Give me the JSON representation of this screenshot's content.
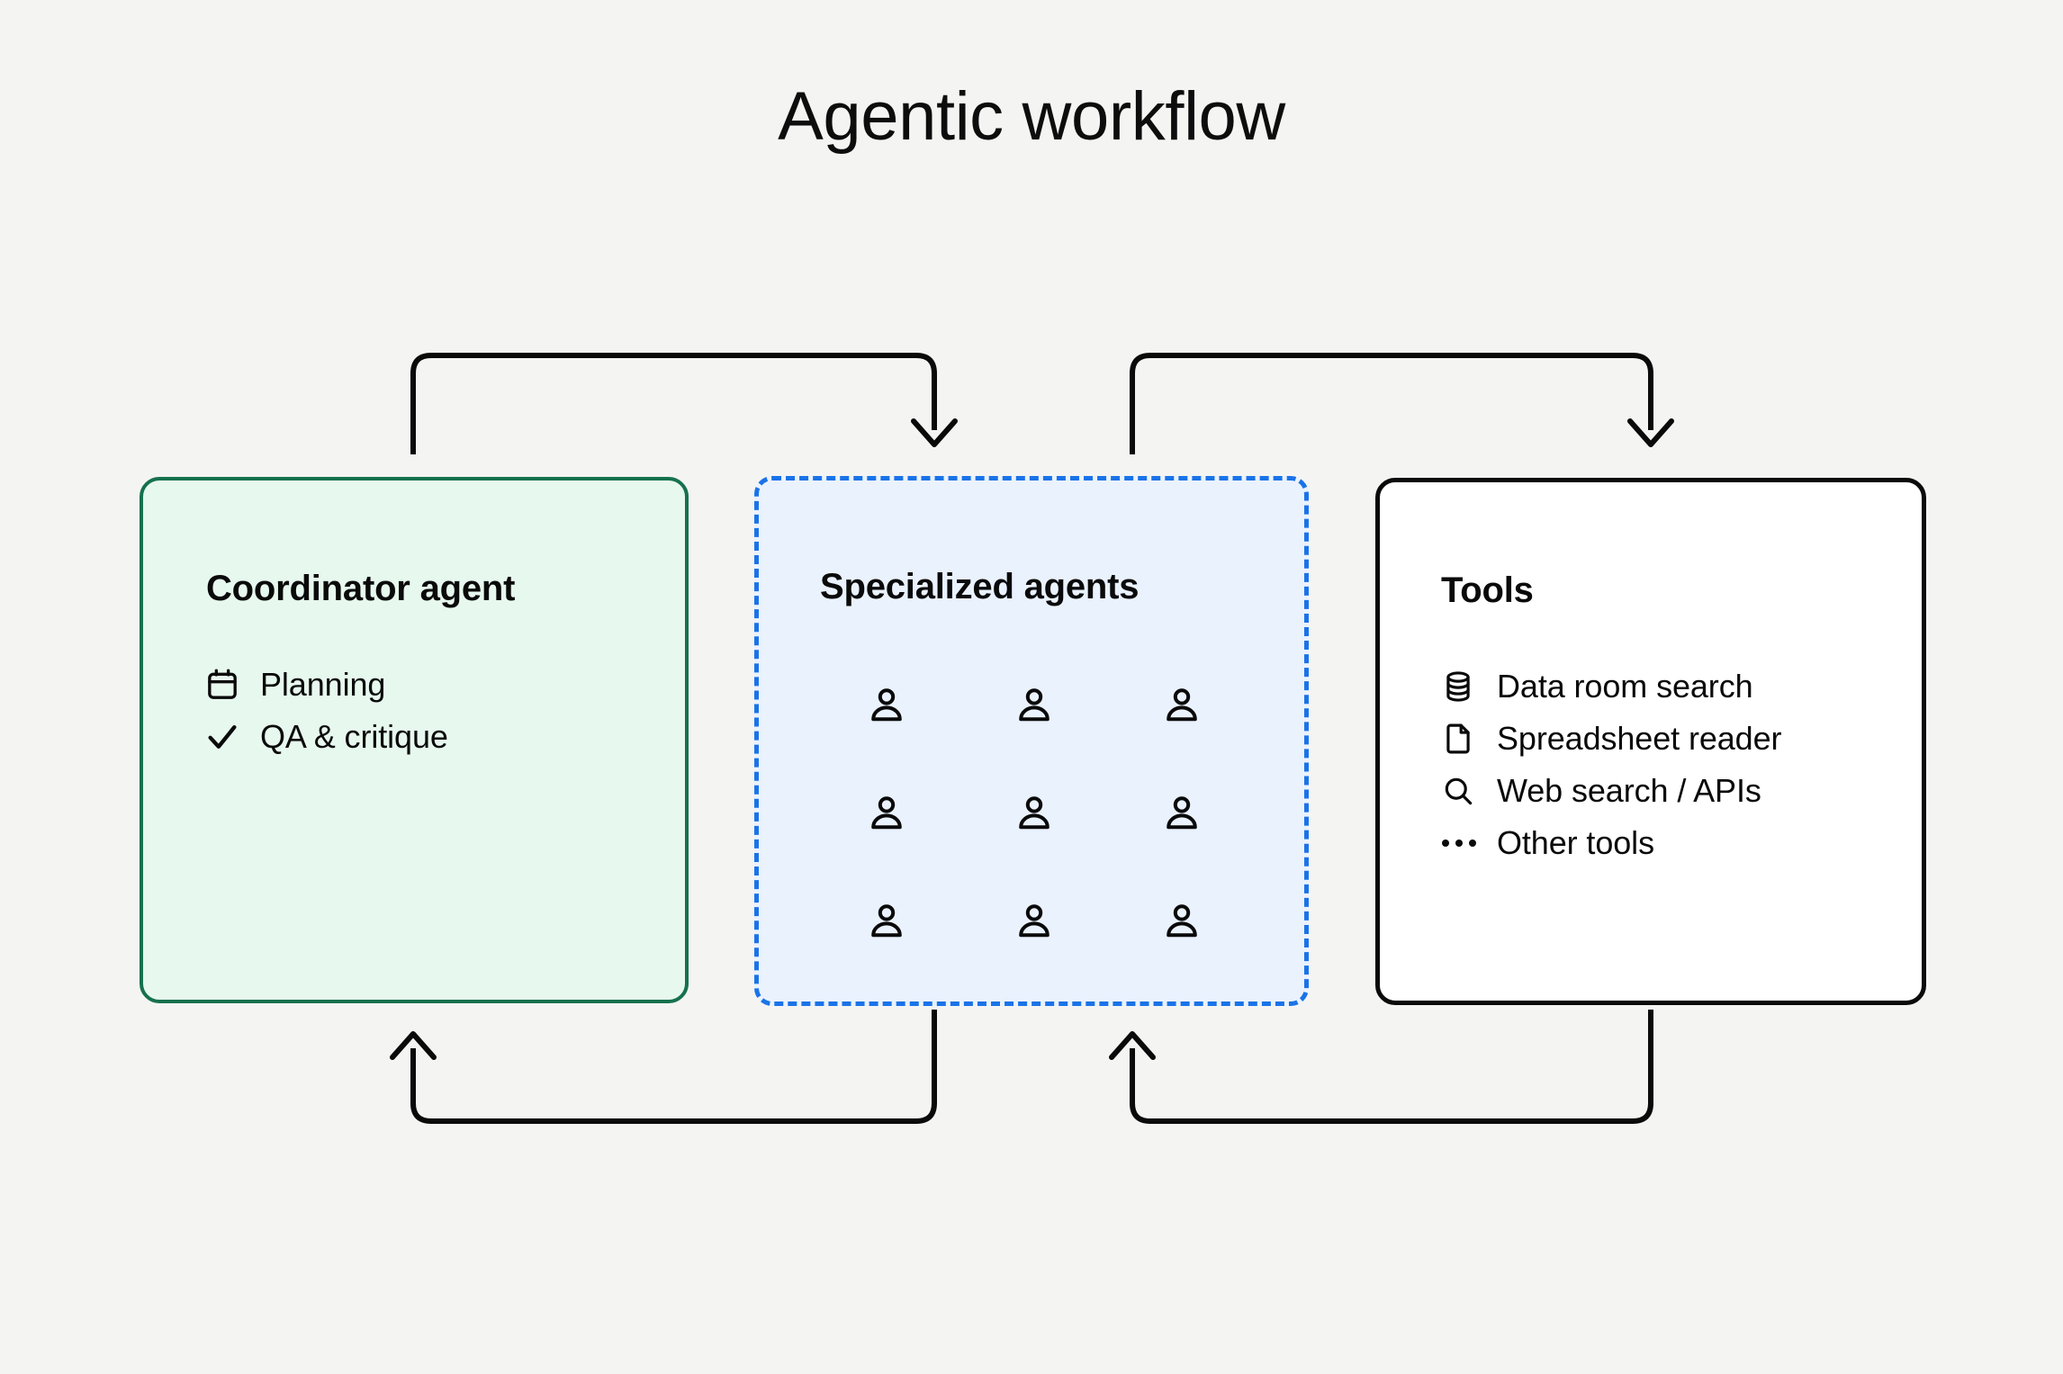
{
  "page": {
    "title": "Agentic workflow",
    "background_color": "#f4f4f3"
  },
  "cards": {
    "coordinator": {
      "heading": "Coordinator agent",
      "fill_color": "#e7f8ee",
      "border_color": "#16714d",
      "items": [
        {
          "icon": "calendar-icon",
          "label": "Planning"
        },
        {
          "icon": "check-icon",
          "label": "QA & critique"
        }
      ]
    },
    "specialized": {
      "heading": "Specialized agents",
      "fill_color": "#eaf2fe",
      "border_color": "#1a73e8",
      "border_style": "dashed",
      "agent_icon": "person-icon",
      "agent_count": 9,
      "grid": {
        "rows": 3,
        "cols": 3
      }
    },
    "tools": {
      "heading": "Tools",
      "fill_color": "#ffffff",
      "border_color": "#0a0a0a",
      "items": [
        {
          "icon": "database-icon",
          "label": "Data room search"
        },
        {
          "icon": "document-icon",
          "label": "Spreadsheet reader"
        },
        {
          "icon": "search-icon",
          "label": "Web search / APIs"
        },
        {
          "icon": "ellipsis-icon",
          "label": "Other tools"
        }
      ]
    }
  },
  "connectors": {
    "color": "#0a0a0a",
    "arrows": [
      {
        "name": "coordinator-to-specialized",
        "direction": "top-right-down"
      },
      {
        "name": "specialized-to-tools",
        "direction": "top-right-down"
      },
      {
        "name": "specialized-to-coordinator",
        "direction": "bottom-left-up"
      },
      {
        "name": "tools-to-specialized",
        "direction": "bottom-left-up"
      }
    ]
  }
}
